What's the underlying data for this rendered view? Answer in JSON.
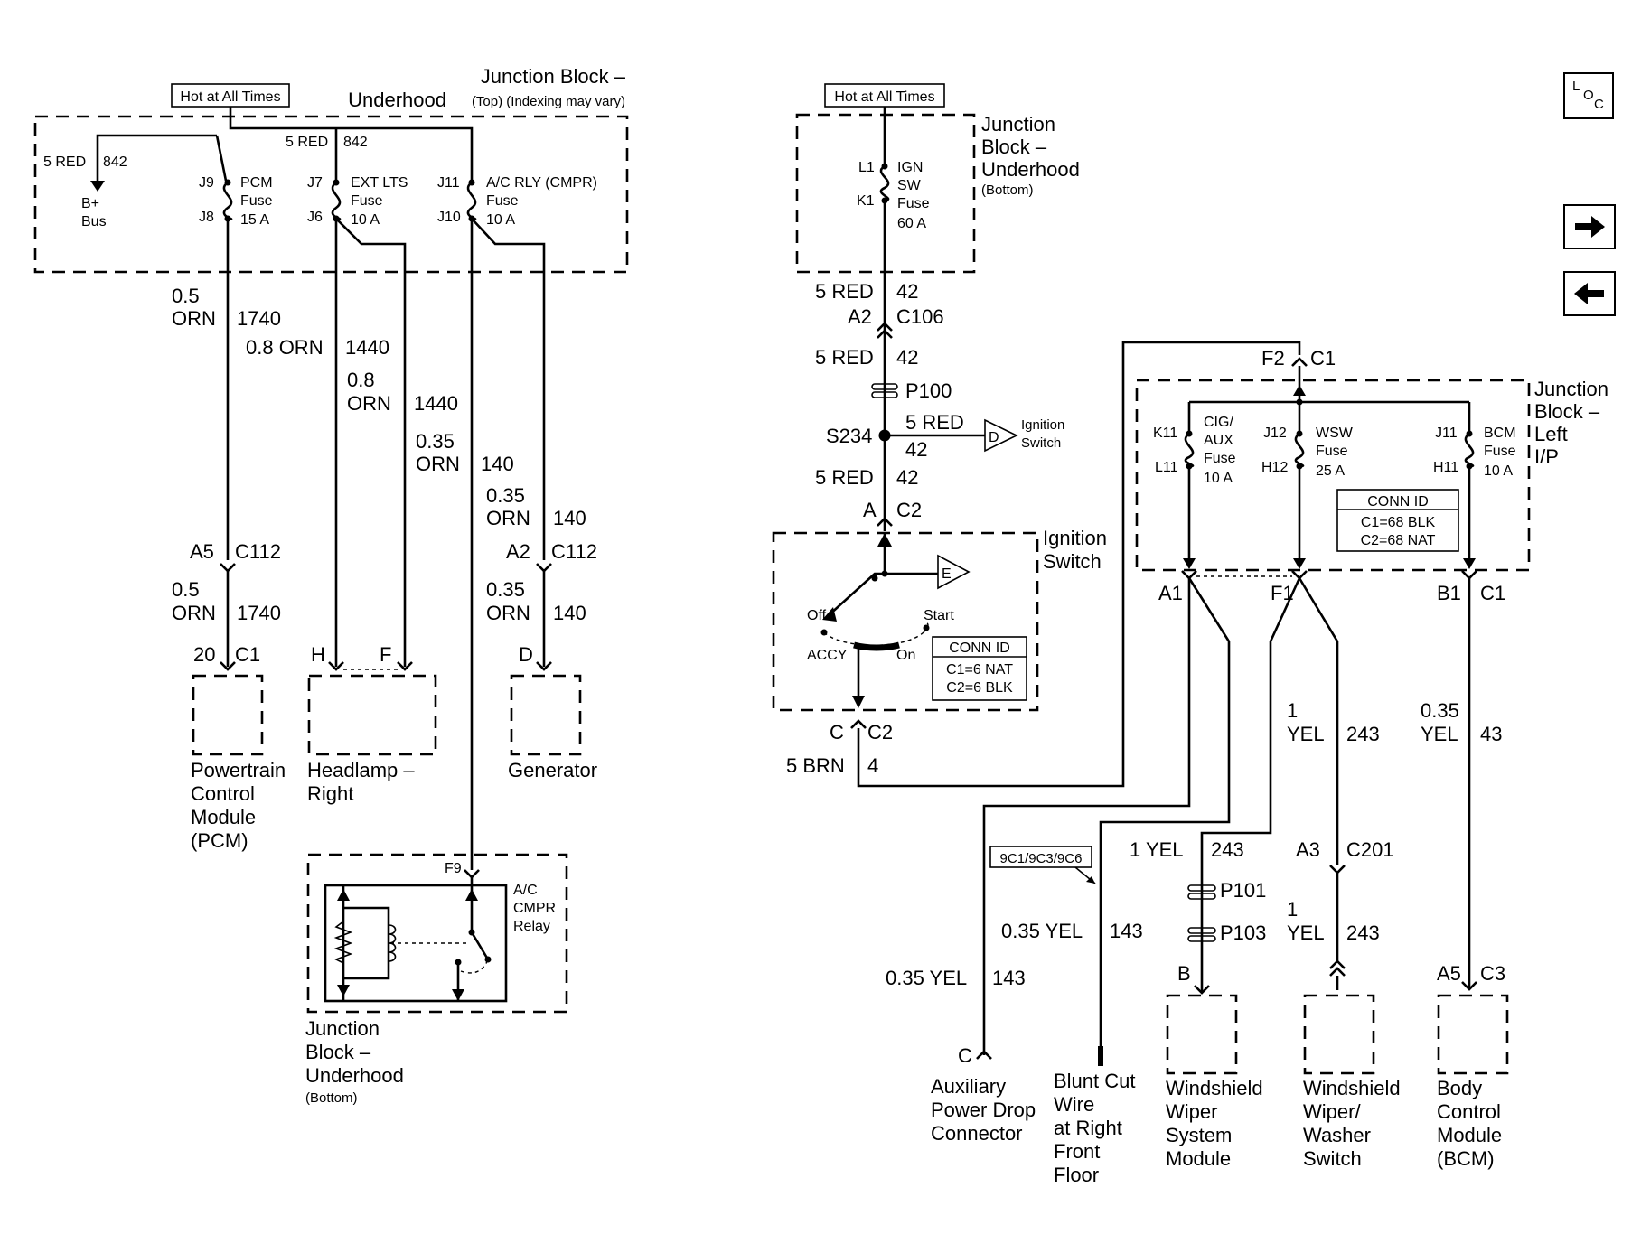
{
  "nav": {
    "loc_l": "L",
    "loc_o": "O",
    "loc_c": "C"
  },
  "labels": {
    "hot_left": "Hot at All Times",
    "hot_right": "Hot at All Times",
    "jb_uh_top_1": "Junction Block –",
    "jb_uh_top_2": "Underhood",
    "jb_uh_top_3": "(Top) (Indexing may vary)",
    "red_842_a": "5 RED",
    "n842_a": "842",
    "red_842_b": "5 RED",
    "n842_b": "842",
    "bplus": "B+",
    "bus": "Bus",
    "j9": "J9",
    "j8": "J8",
    "pcm_f": "PCM",
    "fuse_a": "Fuse",
    "a15": "15 A",
    "j7": "J7",
    "j6": "J6",
    "ext_lts": "EXT LTS",
    "fuse_b": "Fuse",
    "a10a": "10 A",
    "j11": "J11",
    "j10": "J10",
    "ac_rly": "A/C RLY (CMPR)",
    "fuse_c": "Fuse",
    "a10b": "10 A",
    "w1740_a": "0.5",
    "w1740_b": "ORN",
    "c1740": "1740",
    "w1440_a": "0.8 ORN",
    "c1440_a": "1440",
    "w1440_b": "0.8",
    "w1440_c": "ORN",
    "c1440_b": "1440",
    "w140_a": "0.35",
    "w140_b": "ORN",
    "c140_a": "140",
    "w140_c": "0.35",
    "w140_d": "ORN",
    "c140_b": "140",
    "a5": "A5",
    "c112_a": "C112",
    "a2_l": "A2",
    "c112_b": "C112",
    "w1740_c": "0.5",
    "w1740_d": "ORN",
    "c1740_b": "1740",
    "w140_e": "0.35",
    "w140_f": "ORN",
    "c140_c": "140",
    "p20": "20",
    "c1_pcm": "C1",
    "ph": "H",
    "pf": "F",
    "pd": "D",
    "pcm_1": "Powertrain",
    "pcm_2": "Control",
    "pcm_3": "Module",
    "pcm_4": "(PCM)",
    "hl_1": "Headlamp –",
    "hl_2": "Right",
    "gen": "Generator",
    "f9": "F9",
    "ac_1": "A/C",
    "ac_2": "CMPR",
    "ac_3": "Relay",
    "jb_bot_1": "Junction",
    "jb_bot_2": "Block –",
    "jb_bot_3": "Underhood",
    "jb_bot_4": "(Bottom)",
    "jbr_1": "Junction",
    "jbr_2": "Block –",
    "jbr_3": "Underhood",
    "jbr_4": "(Bottom)",
    "l1": "L1",
    "k1": "K1",
    "ign": "IGN",
    "sw": "SW",
    "fuse_d": "Fuse",
    "a60": "60 A",
    "r42_a": "5 RED",
    "n42_a": "42",
    "a2_r": "A2",
    "c106": "C106",
    "r42_b": "5 RED",
    "n42_b": "42",
    "p100": "P100",
    "s234": "S234",
    "r42_c": "5 RED",
    "n42_c": "42",
    "d_conn": "D",
    "ign_sw_1": "Ignition",
    "ign_sw_2": "Switch",
    "r42_d": "5 RED",
    "n42_d": "42",
    "pa": "A",
    "c2_a": "C2",
    "isw_1": "Ignition",
    "isw_2": "Switch",
    "e_conn": "E",
    "off": "Off",
    "start": "Start",
    "accy": "ACCY",
    "on": "On",
    "connid_a": "CONN ID",
    "c1_6": "C1=6 NAT",
    "c2_6": "C2=6 BLK",
    "pc": "C",
    "c2_b": "C2",
    "brn_1": "5 BRN",
    "brn_2": "4",
    "f2": "F2",
    "c1_f2": "C1",
    "jbl_1": "Junction",
    "jbl_2": "Block –",
    "jbl_3": "Left",
    "jbl_4": "I/P",
    "k11": "K11",
    "l11": "L11",
    "cig": "CIG/",
    "aux": "AUX",
    "fuse_e": "Fuse",
    "a10c": "10 A",
    "j12": "J12",
    "h12": "H12",
    "wsw": "WSW",
    "fuse_f": "Fuse",
    "a25": "25 A",
    "j11r": "J11",
    "h11": "H11",
    "bcm_f": "BCM",
    "fuse_g": "Fuse",
    "a10d": "10 A",
    "connid_b": "CONN ID",
    "c1_68": "C1=68 BLK",
    "c2_68": "C2=68 NAT",
    "pa1": "A1",
    "pf1": "F1",
    "pb1": "B1",
    "c1_b1": "C1",
    "y243_a": "1",
    "y243_b": "YEL",
    "c243_a": "243",
    "y43_a": "0.35",
    "y43_b": "YEL",
    "c43": "43",
    "y243_c": "1 YEL",
    "c243_b": "243",
    "a3": "A3",
    "c201": "C201",
    "p101": "P101",
    "p103": "P103",
    "opt": "9C1/9C3/9C6",
    "y143_a": "0.35 YEL",
    "c143_a": "143",
    "y243_d": "1",
    "y243_e": "YEL",
    "c243_c": "243",
    "y143_b": "0.35 YEL",
    "c143_b": "143",
    "pb": "B",
    "a5r": "A5",
    "c3": "C3",
    "pc2": "C",
    "apd_1": "Auxiliary",
    "apd_2": "Power Drop",
    "apd_3": "Connector",
    "bc_1": "Blunt Cut",
    "bc_2": "Wire",
    "bc_3": "at Right",
    "bc_4": "Front",
    "bc_5": "Floor",
    "wws_1": "Windshield",
    "wws_2": "Wiper",
    "wws_3": "System",
    "wws_4": "Module",
    "wwsw_1": "Windshield",
    "wwsw_2": "Wiper/",
    "wwsw_3": "Washer",
    "wwsw_4": "Switch",
    "bcm_1": "Body",
    "bcm_2": "Control",
    "bcm_3": "Module",
    "bcm_4": "(BCM)"
  }
}
